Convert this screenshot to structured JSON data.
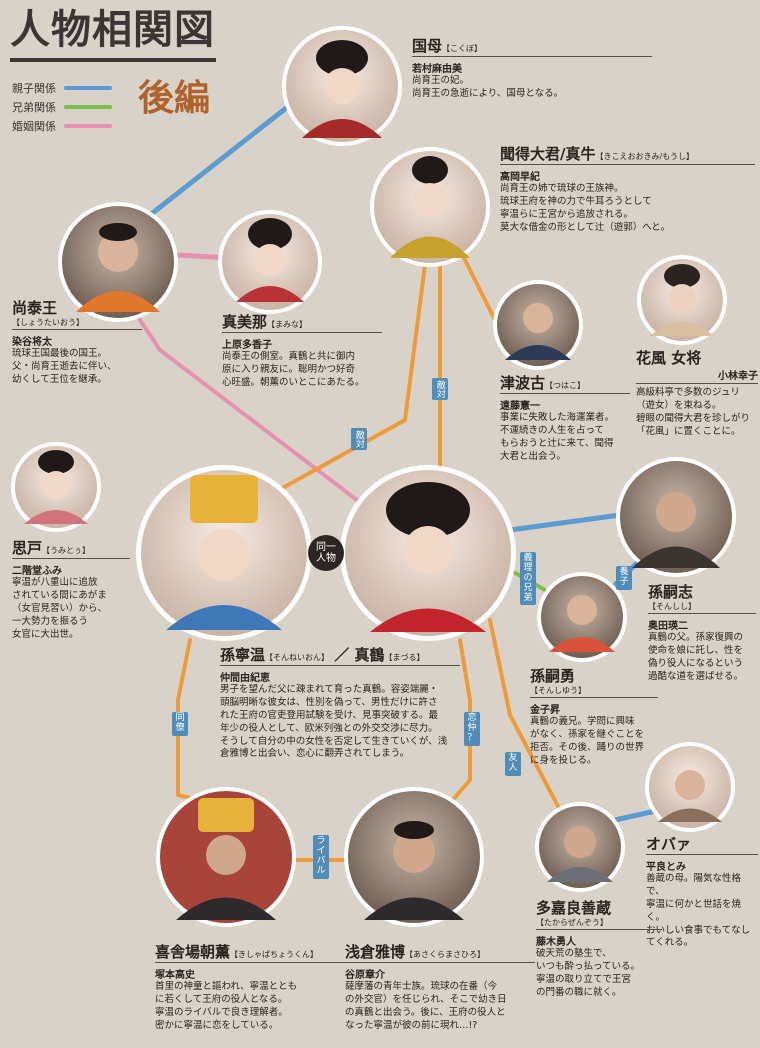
{
  "header": {
    "title": "人物相関図",
    "subtitle": "後編"
  },
  "legend": [
    {
      "label": "親子関係",
      "color": "#5b9bd0"
    },
    {
      "label": "兄弟関係",
      "color": "#7cbf4a"
    },
    {
      "label": "婚姻関係",
      "color": "#e890b0"
    }
  ],
  "colors": {
    "background": "#d9d2c8",
    "conflict_line": "#ee9b3b",
    "parent_line": "#5b9bd0",
    "marriage_line": "#e890b0",
    "label_fill": "#4f8db8"
  },
  "people": {
    "kokubo": {
      "name": "国母",
      "reading": "【こくぼ】",
      "actor": "若村麻由美",
      "desc": [
        "尚育王の妃。",
        "尚育王の急逝により、国母となる。"
      ]
    },
    "kikoe": {
      "name": "聞得大君/真牛",
      "reading": "【きこえおおきみ/もうし】",
      "actor": "高岡早紀",
      "desc": [
        "尚育王の姉で琉球の王族神。",
        "琉球王府を神の力で牛耳ろうとして",
        "寧温らに王宮から追放される。",
        "莫大な借金の形として辻（遊郭）へと。"
      ]
    },
    "shotai": {
      "name": "尚泰王",
      "reading": "【しょうたいおう】",
      "actor": "染谷将太",
      "desc": [
        "琉球王国最後の国王。",
        "父・尚育王逝去に伴い、",
        "幼くして王位を継承。"
      ]
    },
    "mamina": {
      "name": "真美那",
      "reading": "【まみな】",
      "actor": "上原多香子",
      "desc": [
        "尚泰王の側室。真鶴と共に御内",
        "原に入り親友に。聡明かつ好奇",
        "心旺盛。朝薫のいとこにあたる。"
      ]
    },
    "tsuhako": {
      "name": "津波古",
      "reading": "【つはこ】",
      "actor": "遠藤憲一",
      "desc": [
        "事業に失敗した海運業者。",
        "不運続きの人生を占って",
        "もらおうと辻に来て、聞得",
        "大君と出会う。"
      ]
    },
    "hanakaze": {
      "name": "花風 女将",
      "actor": "小林幸子",
      "desc": [
        "高級料亭で多数のジュリ",
        "（遊女）を束ねる。",
        "碧眼の聞得大君を珍しがり",
        "「花風」に置くことに。"
      ]
    },
    "umito": {
      "name": "思戸",
      "reading": "【うみとぅ】",
      "actor": "二階堂ふみ",
      "desc": [
        "寧温が八重山に追放",
        "されている間にあがま",
        "（女官見習い）から、",
        "一大勢力を振るう",
        "女官に大出世。"
      ]
    },
    "sonneion": {
      "name": "孫寧温",
      "reading": "【そんねいおん】",
      "sep": "／",
      "name2": "真鶴",
      "reading2": "【まづる】",
      "actor": "仲間由紀恵",
      "desc": [
        "男子を望んだ父に疎まれて育った真鶴。容姿端麗・",
        "頭脳明晰な彼女は、性別を偽って、男性だけに許さ",
        "れた王府の官吏登用試験を受け、見事突破する。最",
        "年少の役人として、欧米列強との外交交渉に尽力。",
        "そうして自分の中の女性を否定して生きていくが、浅",
        "倉雅博と出会い、恋心に翻弄されてしまう。"
      ]
    },
    "sonshishi": {
      "name": "孫嗣志",
      "reading": "【そんしし】",
      "actor": "奥田瑛二",
      "desc": [
        "真鶴の父。孫家復興の",
        "使命を娘に託し、性を",
        "偽り役人になるという",
        "過酷な道を選ばせる。"
      ]
    },
    "sonshiyu": {
      "name": "孫嗣勇",
      "reading": "【そんしゆう】",
      "actor": "金子昇",
      "desc": [
        "真鶴の義兄。学問に興味",
        "がなく、孫家を継ぐことを",
        "拒否。その後、踊りの世界",
        "に身を投じる。"
      ]
    },
    "oba": {
      "name": "オバァ",
      "actor": "平良とみ",
      "desc": [
        "善蔵の母。陽気な性格で、",
        "寧温に何かと世話を焼く。",
        "おいしい食事でもてなし",
        "てくれる。"
      ]
    },
    "chokun": {
      "name": "喜舎場朝薫",
      "reading": "【きしゃばちょうくん】",
      "actor": "塚本高史",
      "desc": [
        "首里の神童と謳われ、寧温ととも",
        "に若くして王府の役人となる。",
        "寧温のライバルで良き理解者。",
        "密かに寧温に恋をしている。"
      ]
    },
    "asakura": {
      "name": "浅倉雅博",
      "reading": "【あさくらまさひろ】",
      "actor": "谷原章介",
      "desc": [
        "薩摩藩の青年士族。琉球の在番（今",
        "の外交官）を任じられ、そこで幼き日",
        "の真鶴と出会う。後に、王府の役人と",
        "なった寧温が彼の前に現れ…!?"
      ]
    },
    "zenzo": {
      "name": "多嘉良善蔵",
      "reading": "【たからぜんぞう】",
      "actor": "藤木勇人",
      "desc": [
        "破天荒の塾生で、",
        "いつも酔っ払っている。",
        "寧温の取り立てで王宮",
        "の門番の職に就く。"
      ]
    }
  },
  "relations": {
    "teki1": "敵対",
    "teki2": "敵対",
    "same": [
      "同一",
      "人物"
    ],
    "giri": [
      "義",
      "理",
      "の",
      "兄",
      "弟"
    ],
    "yashi": [
      "養",
      "子"
    ],
    "doryo": [
      "同",
      "僚"
    ],
    "koigataki": [
      "恋",
      "仲",
      "？"
    ],
    "yujin": [
      "友",
      "人"
    ],
    "rival": [
      "ラ",
      "イ",
      "バ",
      "ル"
    ]
  }
}
